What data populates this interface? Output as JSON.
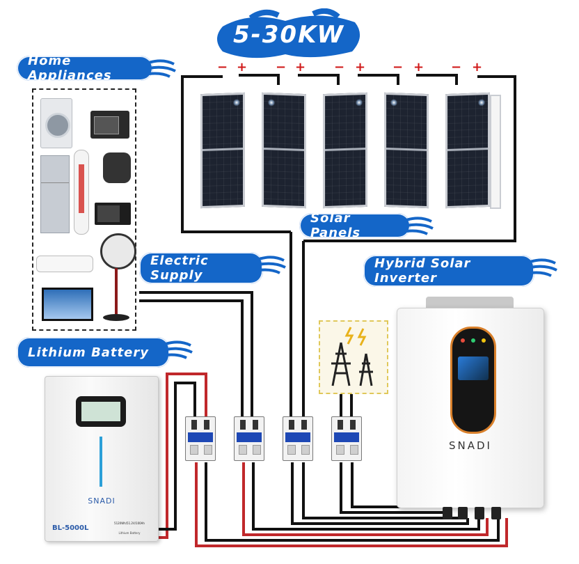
{
  "power_range": "5-30KW",
  "labels": {
    "home_appliances": "Home Appliances",
    "solar_panels": "Solar Panels",
    "electric_supply": "Electric Supply",
    "hybrid_inverter": "Hybrid Solar Inverter",
    "lithium_battery": "Lithium Battery"
  },
  "polarity": {
    "minus": "−",
    "plus": "+"
  },
  "battery": {
    "brand": "SNADI",
    "model": "BL-5000L",
    "spec": "5120Wh/51.2V/100Ah",
    "type": "Lithium Battery"
  },
  "inverter": {
    "brand": "SNADI"
  },
  "colors": {
    "accent": "#1466c8",
    "positive_wire": "#c0282b",
    "negative_wire": "#111111"
  }
}
